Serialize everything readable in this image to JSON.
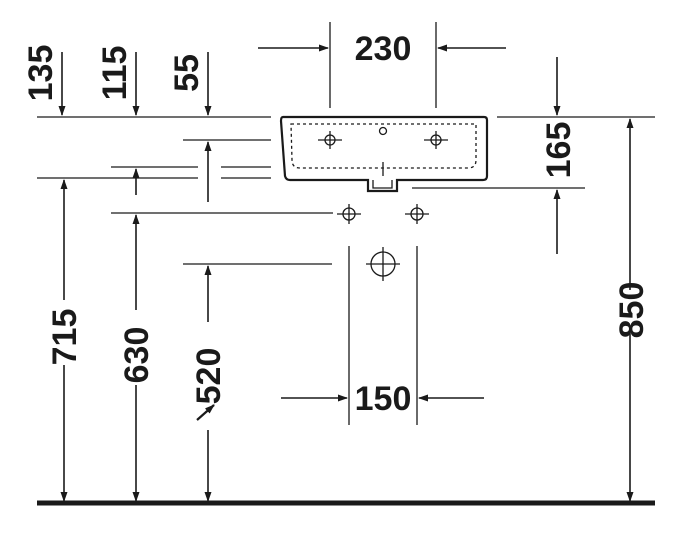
{
  "dimensions": {
    "width_230": "230",
    "depth_165": "165",
    "height_850": "850",
    "offset_135": "135",
    "offset_115": "115",
    "offset_55": "55",
    "height_715": "715",
    "height_630": "630",
    "height_520": "520",
    "spacing_150": "150"
  },
  "colors": {
    "line": "#1a1a1a",
    "background": "#ffffff"
  }
}
